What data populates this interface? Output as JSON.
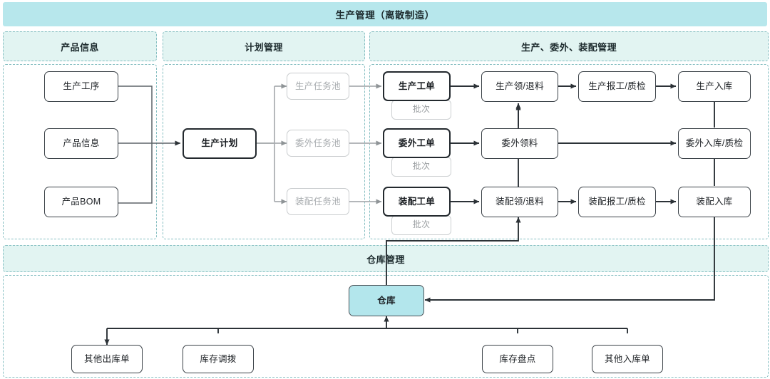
{
  "title": "生产管理（离散制造）",
  "sections": [
    {
      "key": "product",
      "label": "产品信息"
    },
    {
      "key": "plan",
      "label": "计划管理"
    },
    {
      "key": "make",
      "label": "生产、委外、装配管理"
    },
    {
      "key": "warehouse",
      "label": "仓库管理"
    }
  ],
  "nodes": {
    "process": "生产工序",
    "product_info": "产品信息",
    "product_bom": "产品BOM",
    "plan": "生产计划",
    "pool_prod": "生产任务池",
    "pool_out": "委外任务池",
    "pool_asm": "装配任务池",
    "wo_prod": "生产工单",
    "wo_out": "委外工单",
    "wo_asm": "装配工单",
    "batch_prod": "批次",
    "batch_out": "批次",
    "batch_asm": "批次",
    "pick_prod": "生产领/退料",
    "pick_out": "委外领料",
    "pick_asm": "装配领/退料",
    "report_prod": "生产报工/质检",
    "report_asm": "装配报工/质检",
    "in_prod": "生产入库",
    "in_out": "委外入库/质检",
    "in_asm": "装配入库",
    "warehouse": "仓库",
    "other_out": "其他出库单",
    "transfer": "库存调拨",
    "stocktake": "库存盘点",
    "other_in": "其他入库单"
  },
  "colors": {
    "title_bar": "#b7e7ec",
    "section_head": "#e2f4f2",
    "section_border": "#86bfc2",
    "warehouse_fill": "#b3e6ec",
    "node_border": "#3b4248",
    "muted_text": "#a9adb0"
  }
}
